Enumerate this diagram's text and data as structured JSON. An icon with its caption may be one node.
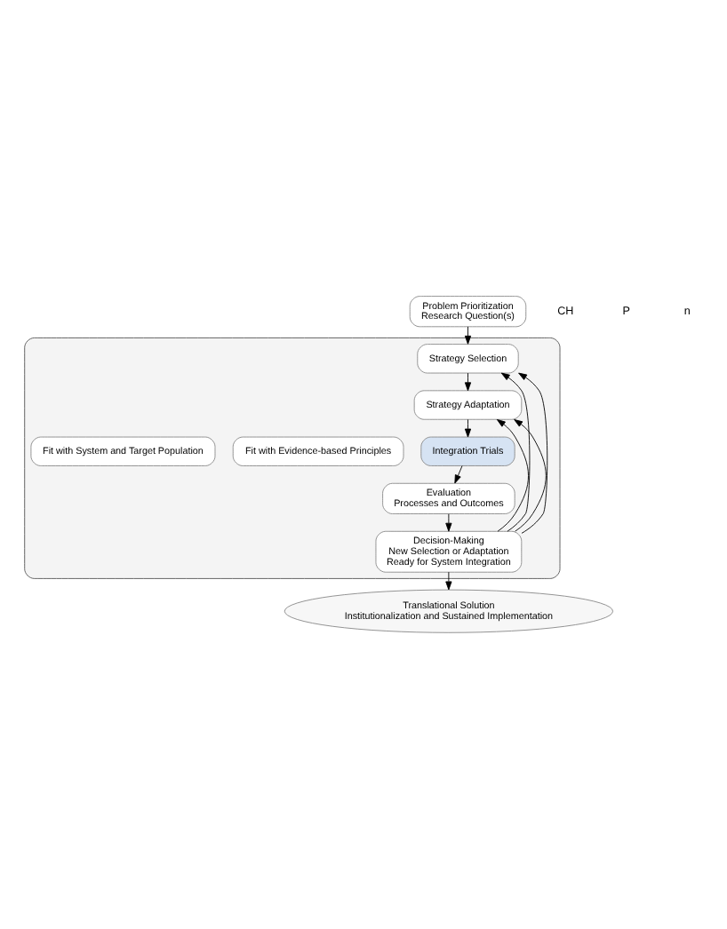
{
  "diagram": {
    "nodes": [
      {
        "text": [
          "Problem Prioritization",
          "Research Question(s)"
        ]
      },
      {
        "text": [],
        "shape": "box"
      },
      {
        "text": [
          "Strategy Selection"
        ],
        "in": 1
      },
      {
        "text": [
          "Strategy Adaptation"
        ],
        "in": 1
      },
      {
        "text": [
          "Integration Trials"
        ],
        "in": 1
      },
      {
        "text": [
          "Evaluation",
          "Processes and Outcomes"
        ],
        "in": 1
      },
      {
        "text": [
          "Decision-Making",
          "New Selection or Adaptation",
          "Ready for System Integration"
        ],
        "in": 1
      },
      {
        "text": [
          "Fit with Evidence-based Principles"
        ],
        "in": 1
      },
      {
        "text": [
          "Fit with System and Target Population"
        ],
        "in": 1
      },
      {
        "text": [
          "Translational Solution",
          "Institutionalization and Sustained Implementation"
        ]
      }
    ],
    "edges": [
      {
        "from": 0,
        "to": 2,
        "arrow": "to"
      },
      {
        "from": 2,
        "to": 3,
        "arrow": "to"
      },
      {
        "from": 3,
        "to": 4,
        "arrow": "to"
      },
      {
        "from": 4,
        "to": 5,
        "arrow": "to"
      },
      {
        "from": 5,
        "to": 6,
        "arrow": "to"
      },
      {
        "from": 6,
        "to": 9,
        "arrow": "to"
      },
      {
        "from": 6,
        "to": 2,
        "arrow": "to"
      },
      {
        "from": 6,
        "to": 3,
        "arrow": "to"
      },
      {
        "from": 6,
        "to": 2,
        "arrow": "to"
      },
      {
        "from": 6,
        "to": 3,
        "arrow": "to"
      }
    ],
    "labels": [
      "CH",
      "P",
      "n"
    ]
  }
}
